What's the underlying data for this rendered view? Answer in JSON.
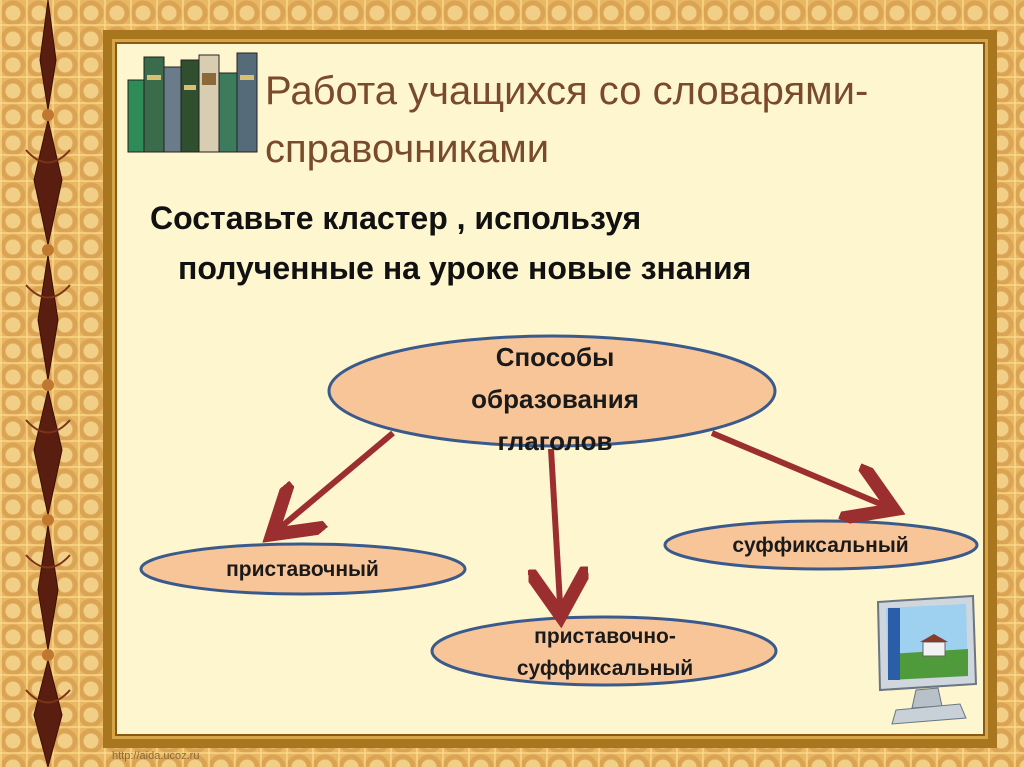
{
  "slide": {
    "title": "Работа учащихся со словарями-справочниками",
    "title_line1": "Работа учащихся со словарями-",
    "title_line2": "справочниками",
    "task_line1": "Составьте кластер ,  используя",
    "task_line2": "полученные на уроке новые  знания",
    "footer_url": "http://aida.ucoz.ru"
  },
  "diagram": {
    "center": {
      "label": "Способы образования глаголов",
      "lines": [
        "Способы",
        "образования",
        "глаголов"
      ]
    },
    "nodes": [
      {
        "label": "приставочный"
      },
      {
        "label": "суффиксальный"
      },
      {
        "label": "приставочно-суффиксальный",
        "lines": [
          "приставочно-",
          "суффиксальный"
        ]
      }
    ]
  },
  "colors": {
    "ellipse_fill": "#f8c598",
    "ellipse_stroke": "#3a5a8c",
    "arrow": "#9b2f2f",
    "title": "#7a4a2c",
    "frame": "#a8761f"
  },
  "icons": [
    "books-icon",
    "monitor-icon",
    "ornament"
  ]
}
